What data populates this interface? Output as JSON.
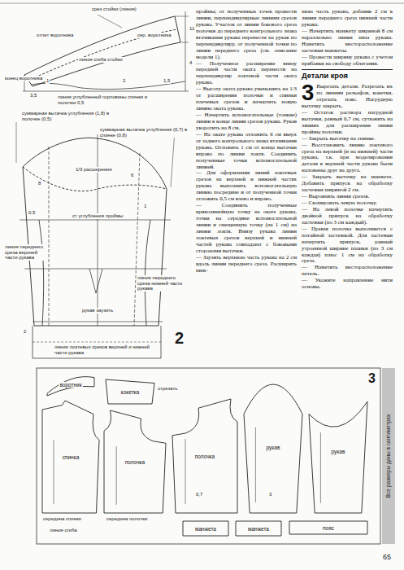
{
  "diagram": {
    "nodes": [
      {
        "text": [
          "воротник"
        ]
      },
      {
        "text": [
          "спинка"
        ]
      },
      {
        "text": [
          "кокетка"
        ]
      },
      {
        "text": [
          "полочка"
        ]
      },
      {
        "text": [
          "полочка"
        ]
      },
      {
        "text": [
          "рукав"
        ]
      },
      {
        "text": [
          "рукав"
        ]
      },
      {
        "text": [
          "манжета"
        ]
      },
      {
        "text": [
          "манжета"
        ]
      },
      {
        "text": [
          "пояс"
        ]
      }
    ],
    "labels": [
      "срез стойки (линия)",
      "отлет воротника",
      "сер. воротника",
      "линия сгиба стойки",
      "конец воротника",
      "3,5",
      "1",
      "11",
      "4",
      "1,5",
      "2",
      "линия углубленной горловины спинки и полочки 0,5",
      "суммарная вытачка углубления (1,8) в полочке (0,5)",
      "суммарная вытачка углубления (0,7) в спинке (0,8)",
      "1/3 расширения",
      "8",
      "6",
      "1",
      "0,5",
      "ст углубления проймы",
      "линия переднего среза верхней части рукава",
      "линия переднего среза нижней части рукава",
      "рукав заузить",
      "2",
      "линии локтевых срезов верхней и нижней части рукава",
      "2",
      "проймы; от полученных точек провести линии, перпендикулярные линиям срезов рукава. Участок от линии бокового среза полочки до переднего контрольного знака втачивания рукава перенести на рукав по перпендикуляру, от полученной точки по линии переднего среза (см. описание модели 1).",
      "— Полученное расширение внизу передней части оката перенести на перпендикуляр локтевой части оката рукава.",
      "— Высоту оката рукава уменьшить на 1/3 от расширения полочки и спинки плечевых срезов и начертить новую линию оката рукава.",
      "— Начертить вспомогательные (тонкие) линии в конце линии срезов рукава. Рукав укоротить на 8 см.",
      "— На окате рукава отложить 6 см вверх от заднего контрольного знака втачивания рукава. Отложить 1 см от конца вытачки вправо по линии локтя. Соединить полученные точки вспомогательной линией.",
      "— Для оформления линий локтевых срезов на верхней и нижней частях рукава выполнить вспомогательную линию посредине и от полученной точки отложить 0,5 см влево и вправо.",
      "— Соединить полученные криволинейную точку на окате рукава, точки на середине вспомогательной линии и смещенную точку (на 1 см) на линии локтя. Внизу рукава линии локтевых срезов верхней и нижней частей рукава совпадают с боковыми сторонами вытачки.",
      "— Заузить верхнюю часть рукава на 2 см вдоль линии переднего среза. Расширить ниж-",
      "нюю часть рукава, добавив 2 см к линии переднего среза нижней части рукава.",
      "— Начертить манжету шириной 8 см параллельно линии низа рукава. Наметить месторасположение застежки манжеты.",
      "— Провести ширину рукава с учетом прибавки на свободу облегания.",
      "Детали кроя",
      "3",
      "Вырезать детали. Разрезать их по линиям рельефов, кокетки, отрезать пояс. Нагрудную вытачку закрыть.",
      "— Остаток раствора нагрудной вытачки, равный 0,7 см, сутюжить на линиях для расширения линии проймы полочки.",
      "— Закрыть вытачку на спинке.",
      "— Восстановить линию локтевого среза на верхней (и на нижней) части рукава, т.к. при моделировании детали в верхней части рукава были наложены друг на друга.",
      "— Закрыть вытачку на манжете. Добавить припуск на обработку застежки шириной 2 см.",
      "— Выровнять линии срезов.",
      "— Скопировать левую полочку.",
      "— На левой полочке начертить двойной припуск на обработку застежки (по 3 см каждый).",
      "— Правая полочка выполняется с потайной застежкой. Для застежки начертить припуск, равный утроенной ширине планки (по 3 см каждая) плюс 1 см на обработку среза.",
      "— Наметить месторасположение петель.",
      "— Укажите направление нити основы.",
      "3",
      "середина спинки",
      "середина полочки",
      "линия сгиба",
      "отрезать",
      "0,7",
      "3",
      "Все размеры даны в сантиметрах",
      "65"
    ]
  }
}
